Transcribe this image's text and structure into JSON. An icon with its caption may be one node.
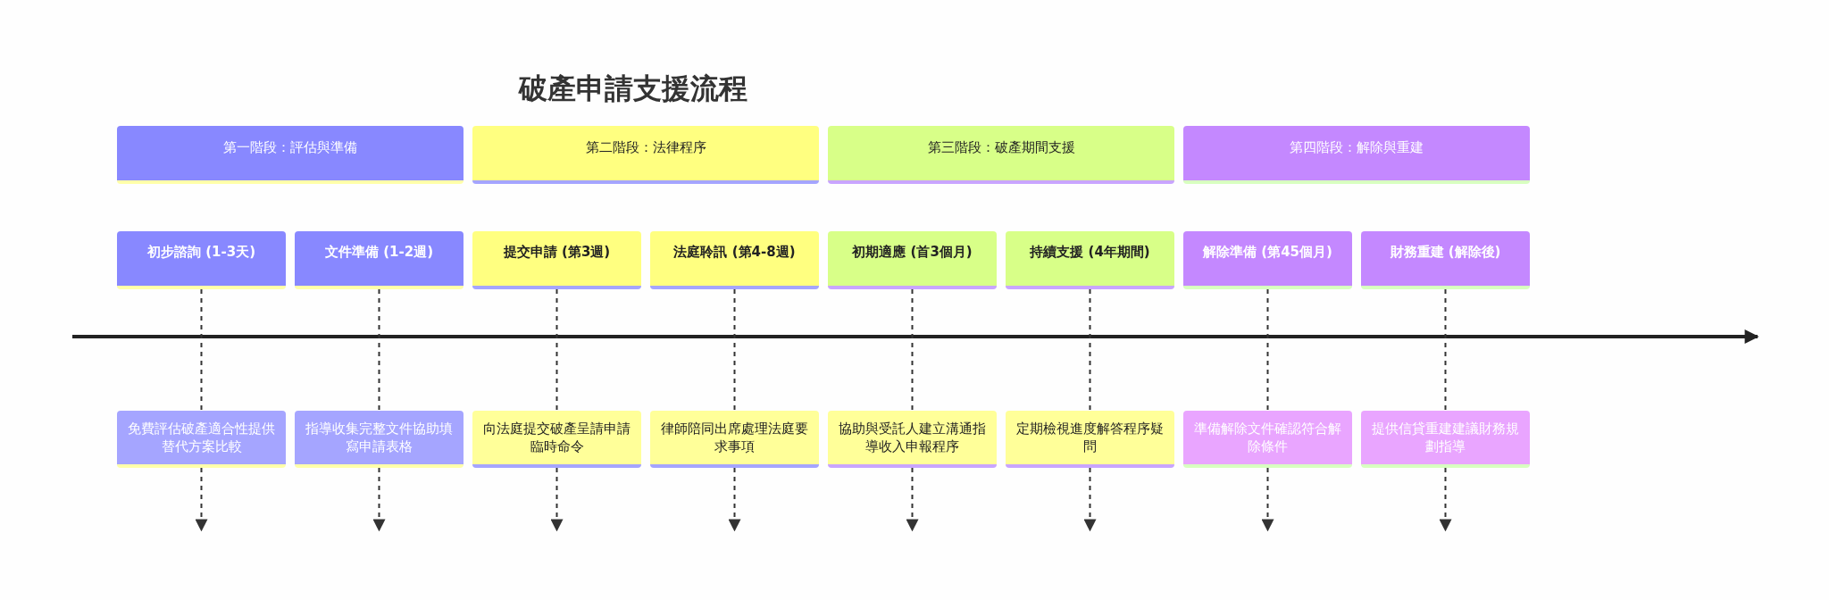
{
  "diagram": {
    "title": "破產申請支援流程",
    "nodes": [
      {
        "text": [
          "第一階段：評估與準備"
        ]
      },
      {
        "text": [
          "第二階段：法律程序"
        ]
      },
      {
        "text": [
          "第三階段：破產期間支援"
        ]
      },
      {
        "text": [
          "第四階段：解除與重建"
        ]
      },
      {
        "text": [
          "初步諮詢 (1-3天)"
        ]
      },
      {
        "text": [
          "文件準備 (1-2週)"
        ]
      },
      {
        "text": [
          "提交申請 (第3週)"
        ]
      },
      {
        "text": [
          "法庭聆訊 (第4-8週)"
        ]
      },
      {
        "text": [
          "初期適應 (首3個月)"
        ]
      },
      {
        "text": [
          "持續支援 (4年期間)"
        ]
      },
      {
        "text": [
          "解除準備 (第45個月)"
        ]
      },
      {
        "text": [
          "財務重建 (解除後)"
        ]
      },
      {
        "text": [
          "免費評估破產適合性提供替代方案比較"
        ]
      },
      {
        "text": [
          "指導收集完整文件協助填寫申請表格"
        ]
      },
      {
        "text": [
          "向法庭提交破產呈請申請臨時命令"
        ]
      },
      {
        "text": [
          "律師陪同出席處理法庭要求事項"
        ]
      },
      {
        "text": [
          "協助與受託人建立溝通指導收入申報程序"
        ]
      },
      {
        "text": [
          "定期檢視進度解答程序疑問"
        ]
      },
      {
        "text": [
          "準備解除文件確認符合解除條件"
        ]
      },
      {
        "text": [
          "提供信貸重建建議財務規劃指導"
        ]
      }
    ],
    "edges": [
      {
        "from": 4,
        "to": 12,
        "arrow": "none",
        "style": "dashed"
      },
      {
        "from": 5,
        "to": 13,
        "arrow": "none",
        "style": "dashed"
      },
      {
        "from": 6,
        "to": 14,
        "arrow": "none",
        "style": "dashed"
      },
      {
        "from": 7,
        "to": 15,
        "arrow": "none",
        "style": "dashed"
      },
      {
        "from": 8,
        "to": 16,
        "arrow": "none",
        "style": "dashed"
      },
      {
        "from": 9,
        "to": 17,
        "arrow": "none",
        "style": "dashed"
      },
      {
        "from": 10,
        "to": 18,
        "arrow": "none",
        "style": "dashed"
      },
      {
        "from": 11,
        "to": 19,
        "arrow": "none",
        "style": "dashed"
      },
      {
        "from": 12,
        "to": null,
        "arrow": "to",
        "style": "dashed"
      },
      {
        "from": 13,
        "to": null,
        "arrow": "to",
        "style": "dashed"
      },
      {
        "from": 14,
        "to": null,
        "arrow": "to",
        "style": "dashed"
      },
      {
        "from": 15,
        "to": null,
        "arrow": "to",
        "style": "dashed"
      },
      {
        "from": 16,
        "to": null,
        "arrow": "to",
        "style": "dashed"
      },
      {
        "from": 17,
        "to": null,
        "arrow": "to",
        "style": "dashed"
      },
      {
        "from": 18,
        "to": null,
        "arrow": "to",
        "style": "dashed"
      },
      {
        "from": 19,
        "to": null,
        "arrow": "to",
        "style": "dashed"
      }
    ]
  }
}
